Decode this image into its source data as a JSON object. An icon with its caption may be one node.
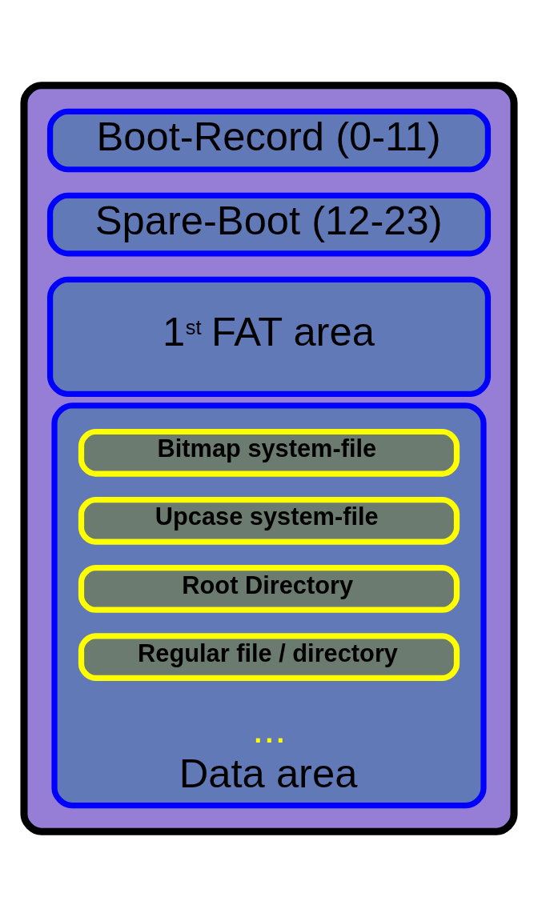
{
  "diagram": {
    "nodes": [
      {
        "text": [],
        "shape": "box"
      },
      {
        "text": [
          "Boot-Record (0-11)"
        ],
        "in": 0
      },
      {
        "text": [
          "Spare-Boot (12-23)"
        ],
        "in": 0
      },
      {
        "text": [
          "1$^{st}$ FAT area"
        ],
        "in": 0
      },
      {
        "text": [
          "...",
          "Data area"
        ],
        "in": 0
      },
      {
        "text": [
          "Bitmap system-file"
        ],
        "in": 4
      },
      {
        "text": [
          "Upcase system-file"
        ],
        "in": 4
      },
      {
        "text": [
          "Root Directory"
        ],
        "in": 4
      },
      {
        "text": [
          "Regular file / directory"
        ],
        "in": 4
      }
    ]
  }
}
